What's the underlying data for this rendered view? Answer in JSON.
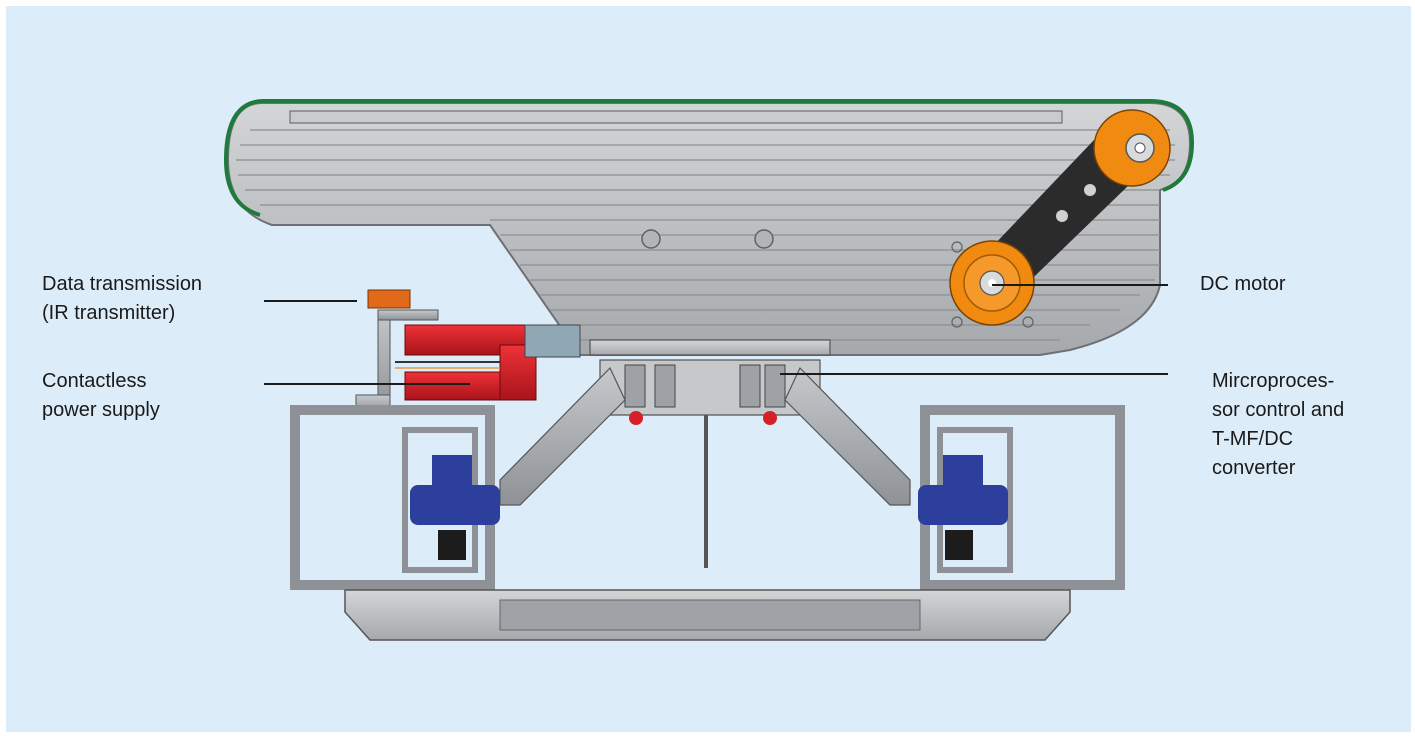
{
  "labels": {
    "data_transmission": "Data transmission\n(IR transmitter)",
    "contactless_power": "Contactless\npower supply",
    "dc_motor": "DC motor",
    "microprocessor": "Mircroproces-\nsor control and\nT-MF/DC\nconverter"
  },
  "colors": {
    "background": "#dcecf9",
    "aluminium": "#b9bcbf",
    "belt": "#1f7a3c",
    "motor_pulley": "#f08a10",
    "power_unit": "#d61f26",
    "wheel_hub": "#2d3f9c",
    "ir_transmitter": "#e06a1a"
  },
  "icons": [
    "conveyor-belt-carrier-diagram"
  ]
}
